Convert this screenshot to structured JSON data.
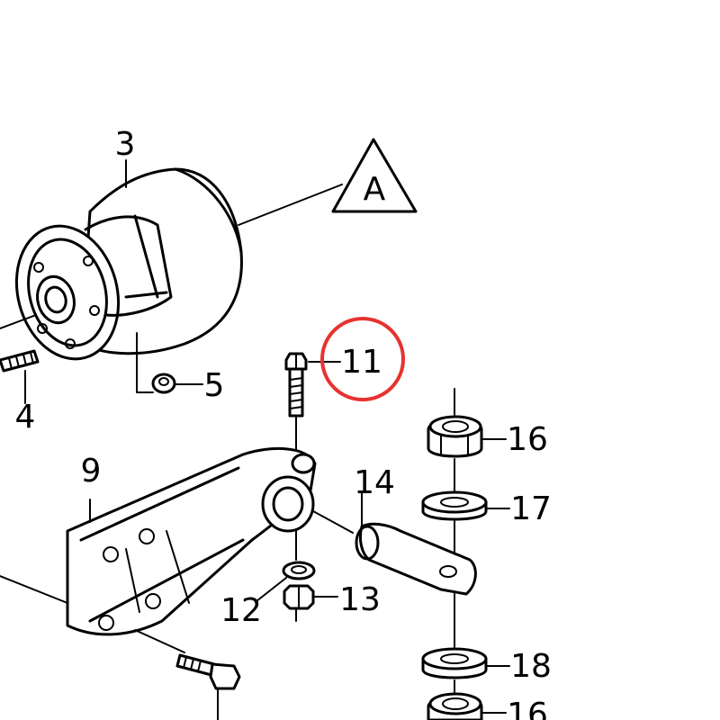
{
  "callouts": {
    "p3": "3",
    "p4": "4",
    "p5": "5",
    "p9": "9",
    "p11": "11",
    "p12": "12",
    "p13": "13",
    "p14": "14",
    "p16a": "16",
    "p16b": "16",
    "p17": "17",
    "p18": "18",
    "ref": "A"
  },
  "highlight": {
    "target": "11",
    "color": "#e8322f"
  }
}
